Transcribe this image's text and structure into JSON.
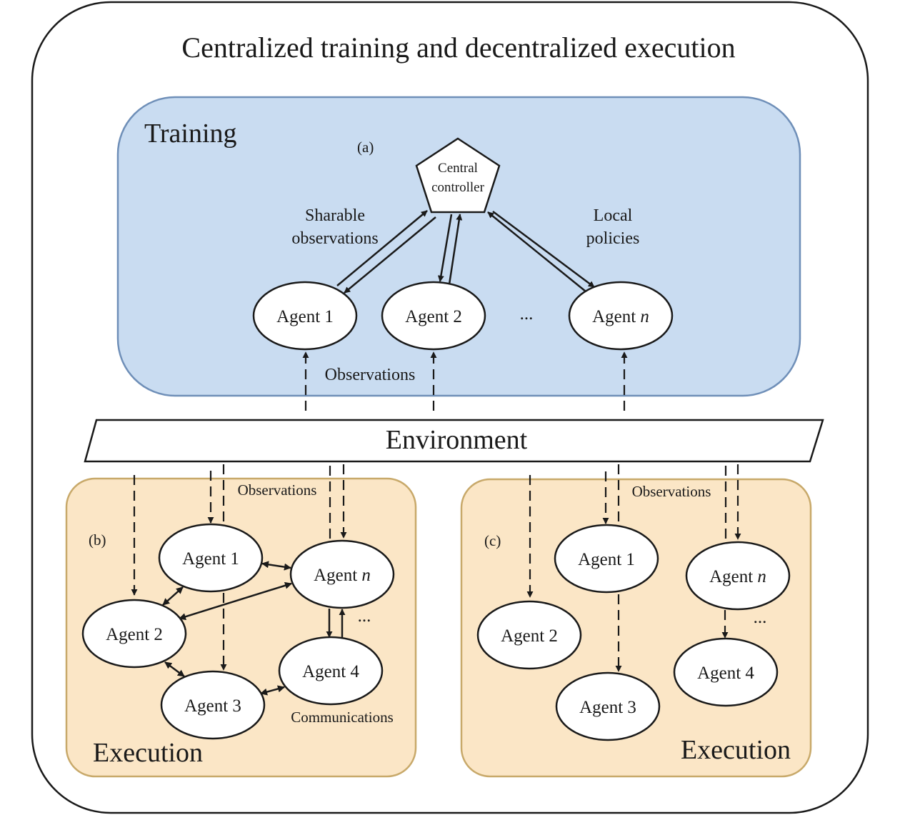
{
  "title": "Centralized training and decentralized execution",
  "training": {
    "heading": "Training",
    "tag": "(a)",
    "controller_line1": "Central",
    "controller_line2": "controller",
    "sharable_line1": "Sharable",
    "sharable_line2": "observations",
    "local_line1": "Local",
    "local_line2": "policies",
    "observations": "Observations",
    "ellipsis": "...",
    "agents": [
      "Agent 1",
      "Agent 2",
      "Agent "
    ],
    "agent_n_suffix": "n"
  },
  "environment": "Environment",
  "exec_b": {
    "heading": "Execution",
    "tag": "(b)",
    "observations": "Observations",
    "communications": "Communications",
    "ellipsis": "...",
    "agents": [
      "Agent 1",
      "Agent 2",
      "Agent 3",
      "Agent 4",
      "Agent "
    ],
    "agent_n_suffix": "n"
  },
  "exec_c": {
    "heading": "Execution",
    "tag": "(c)",
    "observations": "Observations",
    "ellipsis": "...",
    "agents": [
      "Agent 1",
      "Agent 2",
      "Agent 3",
      "Agent 4",
      "Agent "
    ],
    "agent_n_suffix": "n"
  },
  "colors": {
    "training_fill": "#c9dcf1",
    "training_stroke": "#6f8fb8",
    "execution_fill": "#fbe6c6",
    "execution_stroke": "#c8a96a",
    "line": "#1a1a1a"
  }
}
